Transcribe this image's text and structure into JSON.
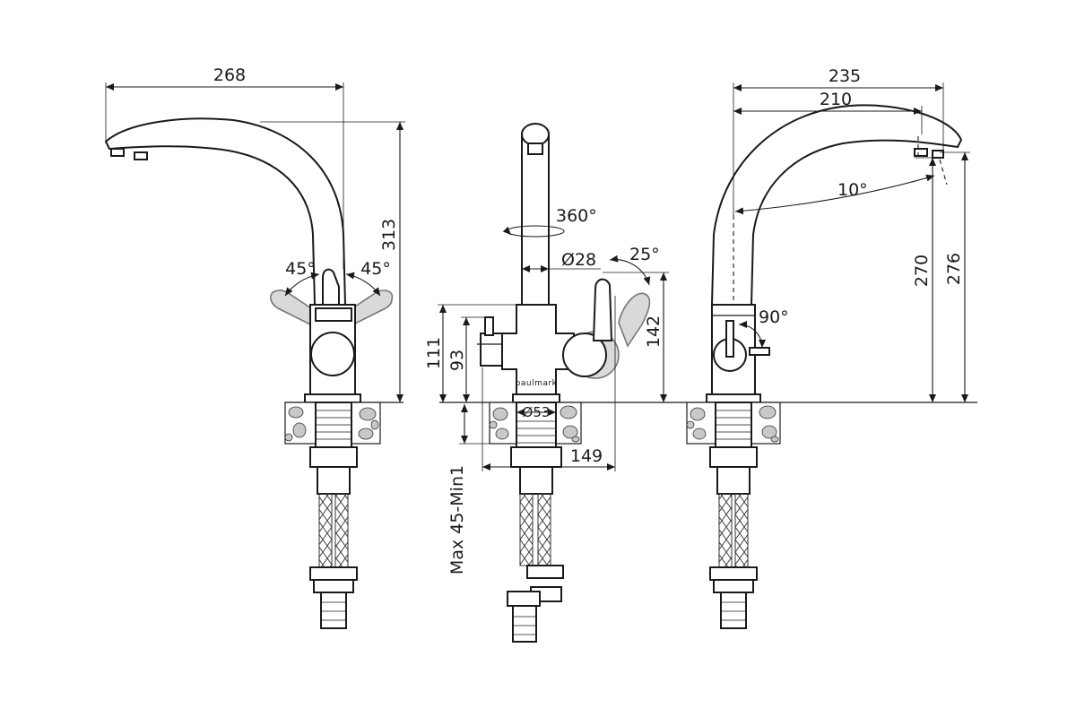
{
  "brand": "paulmark",
  "views": {
    "left": {
      "width_label": "268",
      "height_label": "313",
      "angle_left": "45°",
      "angle_right": "45°"
    },
    "front": {
      "rotation_label": "360°",
      "pipe_diameter_label": "Ø28",
      "lever_angle_label": "25°",
      "height_111": "111",
      "height_93": "93",
      "height_142": "142",
      "base_diameter_label": "Ø53",
      "depth_label": "149",
      "thickness_label": "Max 45-Min1"
    },
    "right": {
      "width_235": "235",
      "width_210": "210",
      "tilt_label": "10°",
      "height_270": "270",
      "height_276": "276",
      "lever_rotation_label": "90°"
    }
  },
  "colors": {
    "line": "#1a1a1a",
    "ghost_fill": "#d9d9d9",
    "rock_fill": "#c8c8c8"
  }
}
